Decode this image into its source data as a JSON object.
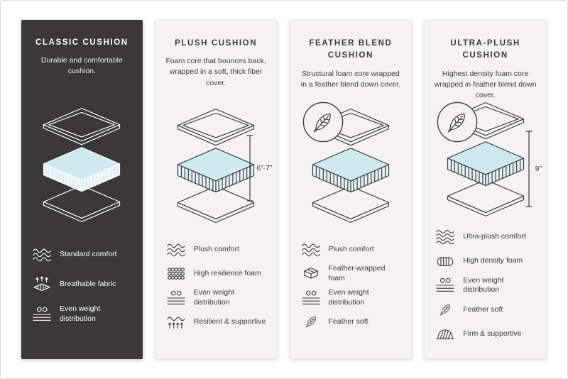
{
  "cards": [
    {
      "title": "CLASSIC CUSHION",
      "description": "Durable and comfortable cushion.",
      "theme": "dark",
      "illustration": "layered-cushion",
      "features": [
        {
          "icon": "waves-icon",
          "label": "Standard comfort"
        },
        {
          "icon": "breathable-fabric-icon",
          "label": "Breathable fabric"
        },
        {
          "icon": "even-weight-distribution-icon",
          "label": "Even weight distribution"
        }
      ]
    },
    {
      "title": "PLUSH CUSHION",
      "description": "Foam core that bounces back, wrapped in a soft, thick fiber cover.",
      "theme": "light",
      "illustration": "layered-cushion",
      "dimension_label": "6”-7”",
      "features": [
        {
          "icon": "waves-icon",
          "label": "Plush comfort"
        },
        {
          "icon": "high-resilience-foam-icon",
          "label": "High resilience foam"
        },
        {
          "icon": "even-weight-distribution-icon",
          "label": "Even weight distribution"
        },
        {
          "icon": "resilient-supportive-icon",
          "label": "Resilient & supportive"
        }
      ]
    },
    {
      "title": "FEATHER BLEND CUSHION",
      "description": "Structural foam core wrapped in a feather blend down cover.",
      "theme": "light",
      "illustration": "layered-cushion-with-feather",
      "features": [
        {
          "icon": "waves-icon",
          "label": "Plush comfort"
        },
        {
          "icon": "feather-wrapped-foam-icon",
          "label": "Feather-wrapped foam"
        },
        {
          "icon": "even-weight-distribution-icon",
          "label": "Even weight distribution"
        },
        {
          "icon": "feather-icon",
          "label": "Feather soft"
        }
      ]
    },
    {
      "title": "ULTRA-PLUSH CUSHION",
      "description": "Highest density foam core wrapped in feather blend down cover.",
      "theme": "light",
      "illustration": "layered-cushion-with-feather",
      "dimension_label": "9”",
      "features": [
        {
          "icon": "ultra-waves-icon",
          "label": "Ultra-plush comfort"
        },
        {
          "icon": "high-density-foam-icon",
          "label": "High density foam"
        },
        {
          "icon": "even-weight-distribution-icon",
          "label": "Even weight distribution"
        },
        {
          "icon": "feather-icon",
          "label": "Feather soft"
        },
        {
          "icon": "firm-supportive-icon",
          "label": "Firm & supportive"
        }
      ]
    }
  ],
  "colors": {
    "dark_card_bg": "#3a3938",
    "light_card_bg": "#f4f3f1",
    "foam_top_fill": "#cfe9f0",
    "foam_side_fill": "#e2f1f5",
    "hatch_line": "#4f737e",
    "line_on_light": "#3a3a3a",
    "line_on_dark": "#ffffff"
  }
}
